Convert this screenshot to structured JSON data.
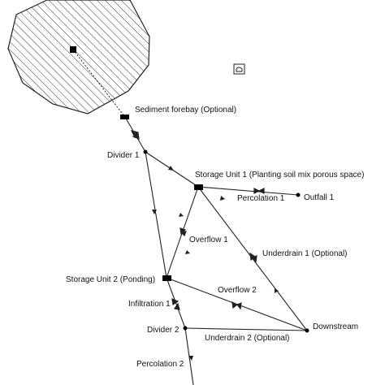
{
  "nodes": {
    "sediment_forebay": "Sediment forebay (Optional)",
    "divider_1": "Divider 1",
    "storage_unit_1": "Storage Unit 1 (Planting soil mix porous space)",
    "outfall_1": "Outfall 1",
    "storage_unit_2": "Storage Unit 2 (Ponding)",
    "divider_2": "Divider 2",
    "downstream": "Downstream"
  },
  "links": {
    "percolation_1": "Percolation 1",
    "overflow_1": "Overflow 1",
    "underdrain_1": "Underdrain 1 (Optional)",
    "overflow_2": "Overflow 2",
    "infiltration_1": "Infiltration 1",
    "underdrain_2": "Underdrain 2 (Optional)",
    "percolation_2": "Percolation 2"
  },
  "colors": {
    "line": "#222222",
    "hatch": "#333333"
  },
  "icons": {
    "rain_gage": "rain-gage-icon"
  }
}
